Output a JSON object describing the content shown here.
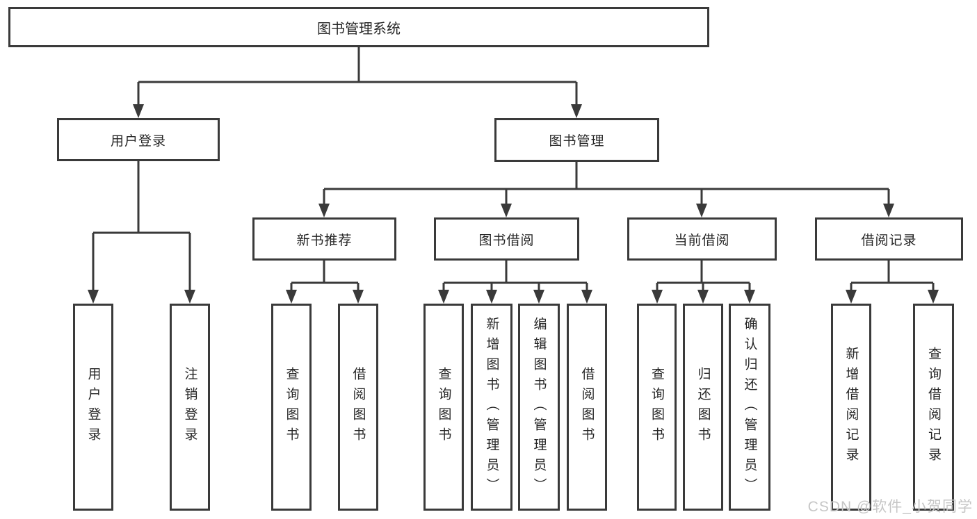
{
  "colors": {
    "line": "#3a3a3a",
    "box_border": "#3a3a3a",
    "text": "#262626",
    "background": "#ffffff",
    "watermark": "#c6c6c6"
  },
  "watermark": {
    "text": "CSDN @软件_小贺同学"
  },
  "diagram": {
    "type": "tree",
    "root": {
      "label": "图书管理系统"
    },
    "branches": [
      {
        "label": "用户登录",
        "children": [
          {
            "label": "用户登录"
          },
          {
            "label": "注销登录"
          }
        ]
      },
      {
        "label": "图书管理",
        "children": [
          {
            "label": "新书推荐",
            "children": [
              {
                "label": "查询图书"
              },
              {
                "label": "借阅图书"
              }
            ]
          },
          {
            "label": "图书借阅",
            "children": [
              {
                "label": "查询图书"
              },
              {
                "label": "新增图书（管理员）"
              },
              {
                "label": "编辑图书（管理员）"
              },
              {
                "label": "借阅图书"
              }
            ]
          },
          {
            "label": "当前借阅",
            "children": [
              {
                "label": "查询图书"
              },
              {
                "label": "归还图书"
              },
              {
                "label": "确认归还（管理员）"
              }
            ]
          },
          {
            "label": "借阅记录",
            "children": [
              {
                "label": "新增借阅记录"
              },
              {
                "label": "查询借阅记录"
              }
            ]
          }
        ]
      }
    ]
  }
}
